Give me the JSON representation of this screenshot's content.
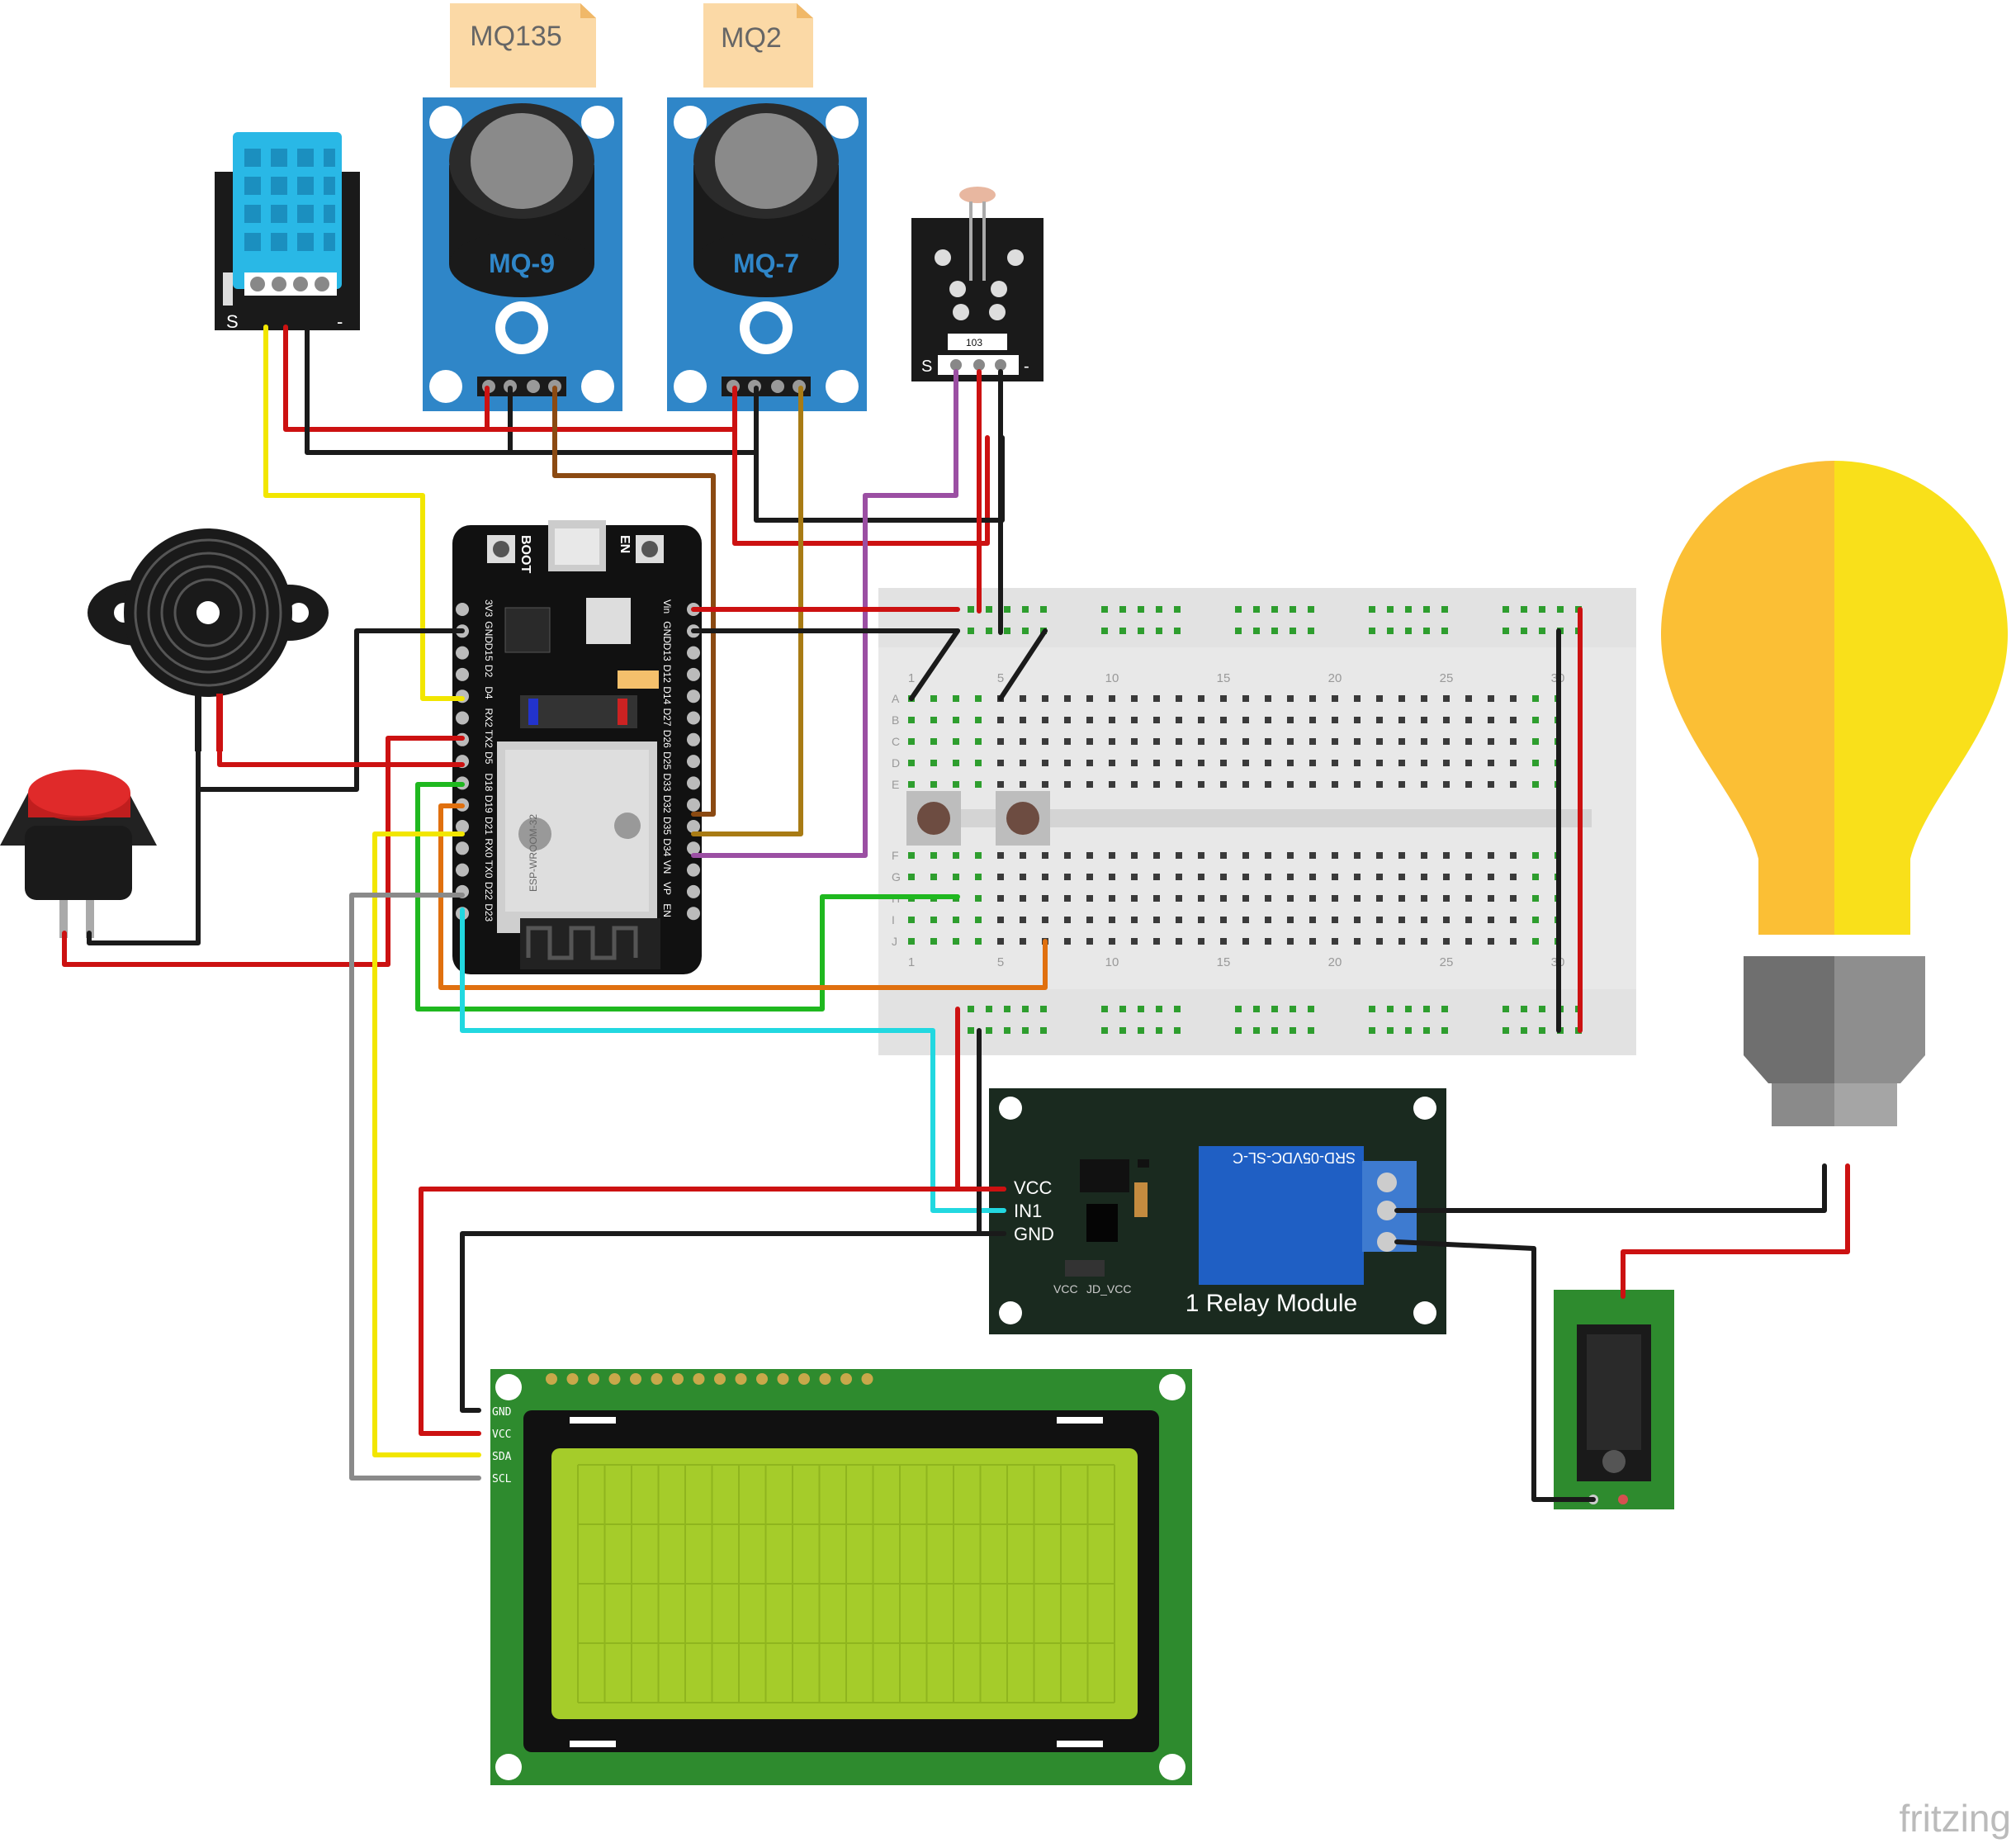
{
  "sensor_tags": {
    "mq135": "MQ135",
    "mq2": "MQ2"
  },
  "mq9_label": "MQ-9",
  "mq7_label": "MQ-7",
  "dht_pin_s": "S",
  "dht_pin_minus": "-",
  "ldr_pin_s": "S",
  "ldr_pin_minus": "-",
  "ldr_resistor": "103",
  "esp32": {
    "boot": "BOOT",
    "en": "EN",
    "left_pins": [
      "3V3",
      "GND",
      "D15",
      "D2",
      "D4",
      "RX2",
      "TX2",
      "D5",
      "D18",
      "D19",
      "D21",
      "RX0",
      "TX0",
      "D22",
      "D23"
    ],
    "right_pins": [
      "Vin",
      "GND",
      "D13",
      "D12",
      "D14",
      "D27",
      "D26",
      "D25",
      "D33",
      "D32",
      "D35",
      "D34",
      "VN",
      "VP",
      "EN"
    ],
    "module_label": "ESP-WROOM-32"
  },
  "breadboard": {
    "rows": [
      "A",
      "B",
      "C",
      "D",
      "E",
      "F",
      "G",
      "H",
      "I",
      "J"
    ],
    "columns": [
      "1",
      "5",
      "10",
      "15",
      "20",
      "25",
      "30"
    ]
  },
  "relay": {
    "pin_vcc": "VCC",
    "pin_in1": "IN1",
    "pin_gnd": "GND",
    "relay_part": "SRD-05VDC-SL-C",
    "jumper_vcc": "VCC",
    "jumper_jdvcc": "JD_VCC",
    "title": "1 Relay Module"
  },
  "lcd_pins": [
    "GND",
    "VCC",
    "SDA",
    "SCL"
  ],
  "watermark": "fritzing",
  "colors": {
    "wire_red": "#cc1111",
    "wire_black": "#1a1a1a",
    "wire_yellow": "#f2e600",
    "wire_brown": "#8b4a12",
    "wire_ochre": "#a87b14",
    "wire_purple": "#9b4fa3",
    "wire_green": "#1fb81f",
    "wire_orange": "#e0700f",
    "wire_cyan": "#22d8e0",
    "wire_gray": "#8a8a8a",
    "module_blue": "#2f86c8",
    "board_green": "#2e8b2e",
    "lcd_screen": "#a5cc2a",
    "bulb_yellow": "#f9d51a"
  }
}
